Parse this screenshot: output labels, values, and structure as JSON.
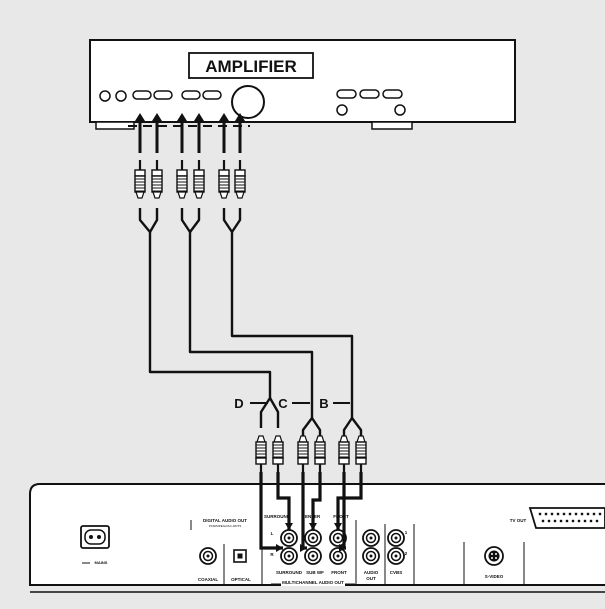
{
  "amplifier": {
    "label": "AMPLIFIER"
  },
  "cable_labels": {
    "d": "D",
    "c": "C",
    "b": "B"
  },
  "player": {
    "mains_label": "MAINS",
    "digital_audio_out": "DIGITAL AUDIO OUT",
    "digital_audio_sub": "PCM/MPEG2/AC-3/DTS",
    "coaxial": "COAXIAL",
    "optical": "OPTICAL",
    "surround_top": "SURROUND",
    "center": "CENTER",
    "front_top": "FRONT",
    "surround_bottom": "SURROUND",
    "sub_wf": "SUB WF",
    "front_bottom": "FRONT",
    "multichannel": "MULTICHANNEL AUDIO OUT",
    "audio_out_1": "AUDIO",
    "audio_out_2": "OUT",
    "cvbs": "CVBS",
    "tv_out": "TV OUT",
    "s_video": "S-VIDEO",
    "l": "L",
    "r": "R",
    "n1": "1",
    "n2": "2"
  },
  "colors": {
    "background": "#e8e8e8",
    "panel": "#ffffff",
    "line": "#111111"
  }
}
